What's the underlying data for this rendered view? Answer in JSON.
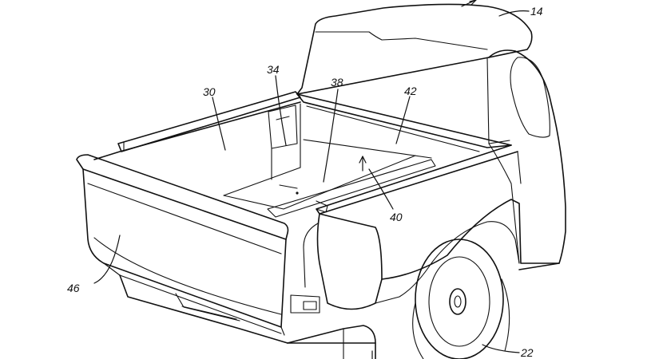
{
  "figure": {
    "labels": {
      "cab": "14",
      "bed_floor_left": "30",
      "bulkhead": "34",
      "floor_center": "38",
      "storage": "40",
      "rail": "42",
      "tailgate": "46",
      "wheel": "22"
    }
  }
}
